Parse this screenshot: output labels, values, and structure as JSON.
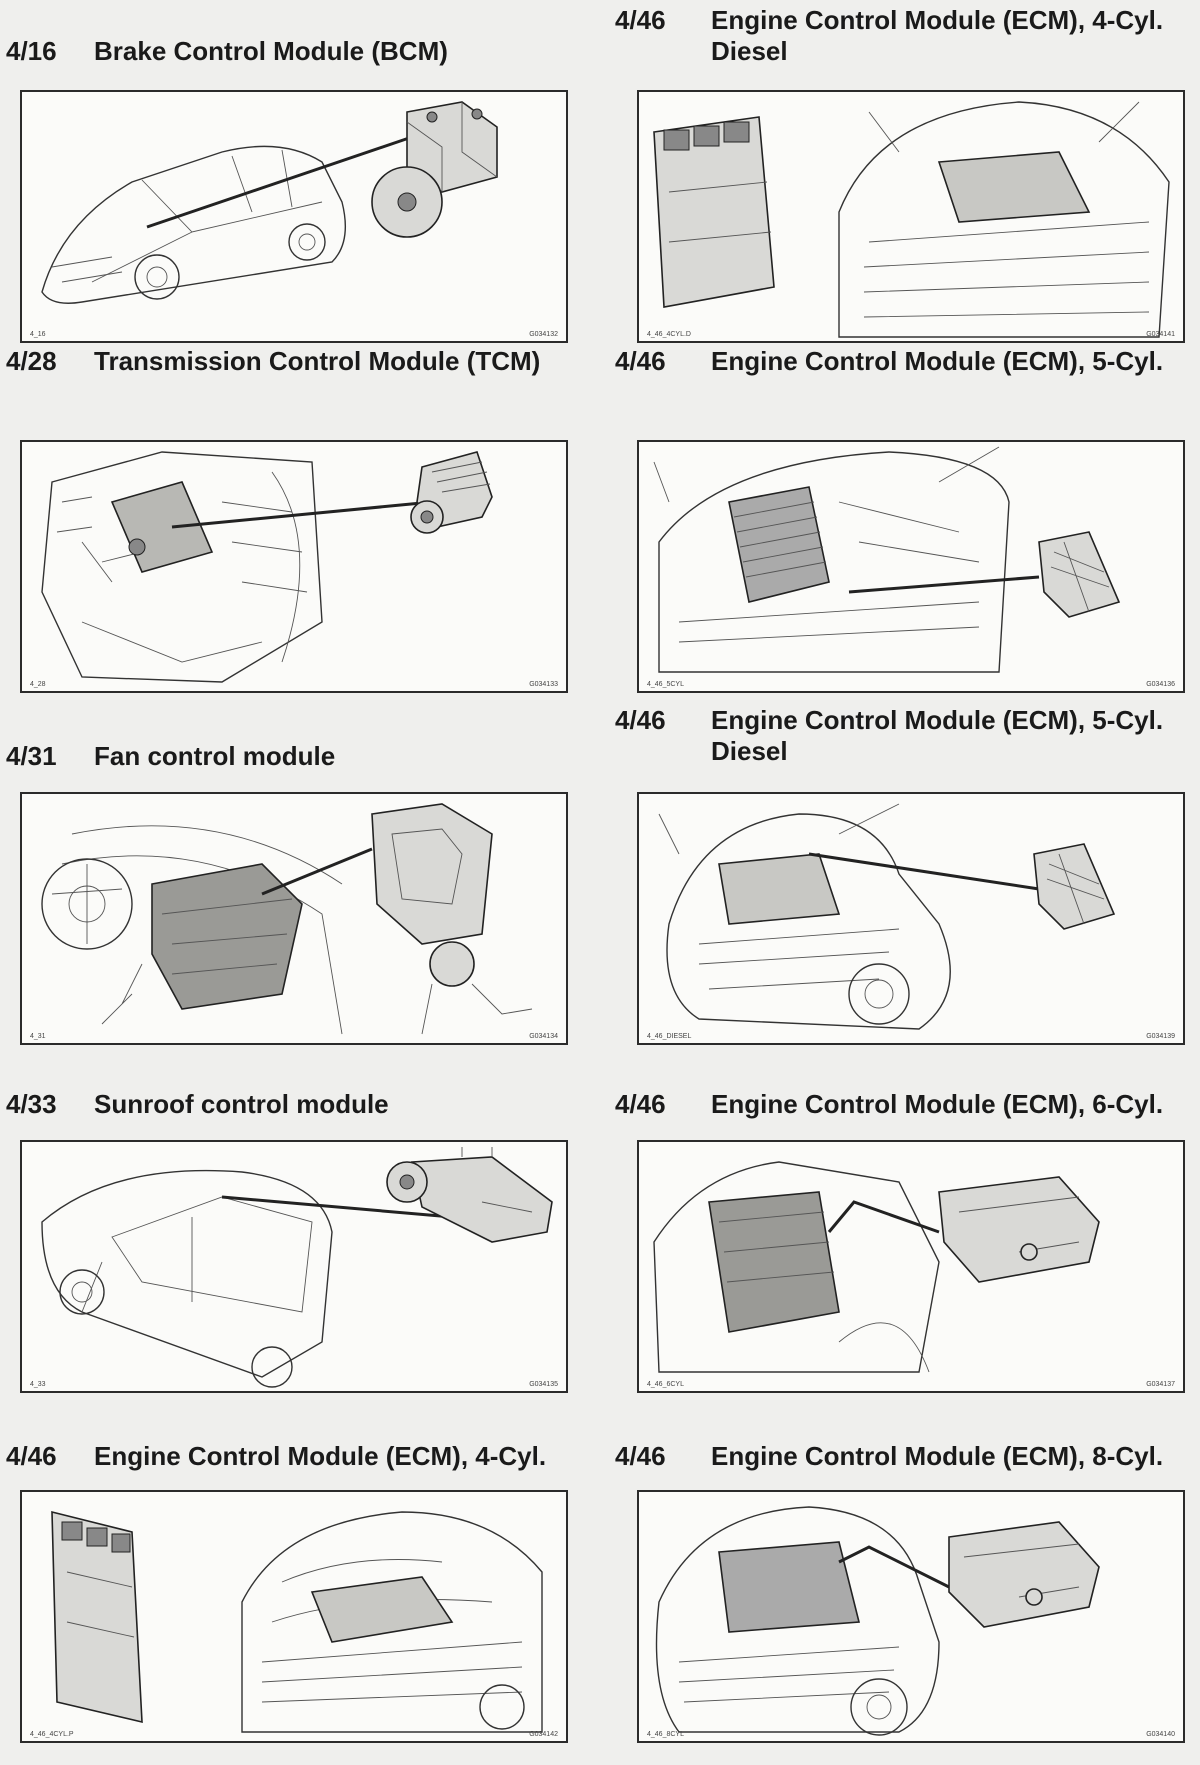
{
  "entries": [
    {
      "num": "4/16",
      "title": "Brake Control Module (BCM)",
      "cap_l": "4_16",
      "cap_r": "G034132"
    },
    {
      "num": "4/28",
      "title": "Transmission Control Module (TCM)",
      "cap_l": "4_28",
      "cap_r": "G034133"
    },
    {
      "num": "4/31",
      "title": "Fan control module",
      "cap_l": "4_31",
      "cap_r": "G034134"
    },
    {
      "num": "4/33",
      "title": "Sunroof control module",
      "cap_l": "4_33",
      "cap_r": "G034135"
    },
    {
      "num": "4/46",
      "title": "Engine Control Module (ECM), 4-Cyl.",
      "cap_l": "4_46_4CYL.P",
      "cap_r": "G034142"
    },
    {
      "num": "4/46",
      "title": "Engine Control Module (ECM), 4-Cyl. Diesel",
      "cap_l": "4_46_4CYL.D",
      "cap_r": "G034141"
    },
    {
      "num": "4/46",
      "title": "Engine Control Module (ECM), 5-Cyl.",
      "cap_l": "4_46_5CYL",
      "cap_r": "G034136"
    },
    {
      "num": "4/46",
      "title": "Engine Control Module (ECM), 5-Cyl. Diesel",
      "cap_l": "4_46_DIESEL",
      "cap_r": "G034139"
    },
    {
      "num": "4/46",
      "title": "Engine Control Module (ECM), 6-Cyl.",
      "cap_l": "4_46_6CYL",
      "cap_r": "G034137"
    },
    {
      "num": "4/46",
      "title": "Engine Control Module (ECM), 8-Cyl.",
      "cap_l": "4_46_8CYL",
      "cap_r": "G034140"
    }
  ]
}
